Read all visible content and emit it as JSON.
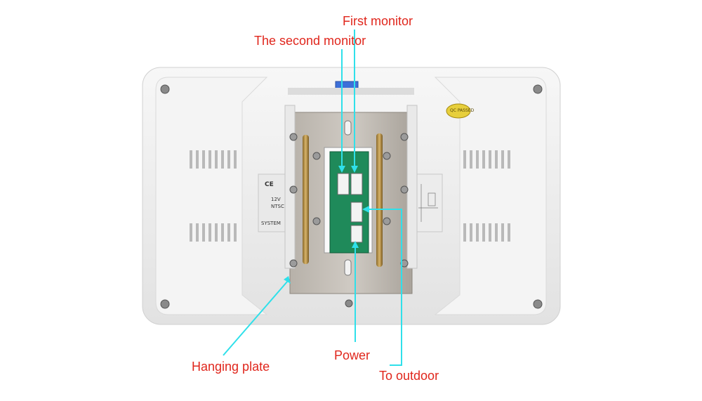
{
  "labels": {
    "first_monitor": "First monitor",
    "second_monitor": "The second monitor",
    "power": "Power",
    "hanging_plate": "Hanging plate",
    "to_outdoor": "To outdoor"
  },
  "sticker_left": {
    "ce": "CE",
    "line1": "NTSC",
    "line2": "12V",
    "line3": "SYSTEM"
  },
  "qc_badge": "QC PASSED",
  "colors": {
    "label_text": "#e0261c",
    "pointer": "#2fe0ea",
    "housing": "#efefef",
    "plate": "#b8b3ad",
    "pcb": "#1f8a5a"
  }
}
